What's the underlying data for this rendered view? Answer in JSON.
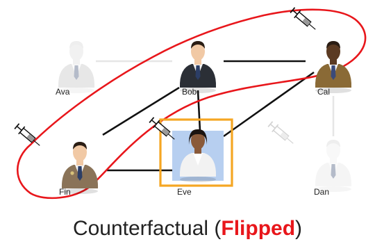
{
  "nodes": [
    {
      "id": "ava",
      "label": "Ava",
      "faded": true,
      "highlighted": false,
      "syringe": false
    },
    {
      "id": "bob",
      "label": "Bob",
      "faded": false,
      "highlighted": false,
      "syringe": false
    },
    {
      "id": "cal",
      "label": "Cal",
      "faded": false,
      "highlighted": false,
      "syringe": true
    },
    {
      "id": "fin",
      "label": "Fin",
      "faded": false,
      "highlighted": false,
      "syringe": true
    },
    {
      "id": "eve",
      "label": "Eve",
      "faded": false,
      "highlighted": true,
      "syringe": true
    },
    {
      "id": "dan",
      "label": "Dan",
      "faded": true,
      "highlighted": false,
      "syringe": true
    }
  ],
  "edges": [
    {
      "from": "bob",
      "to": "cal",
      "faded": false
    },
    {
      "from": "bob",
      "to": "fin",
      "faded": false
    },
    {
      "from": "bob",
      "to": "eve",
      "faded": false
    },
    {
      "from": "cal",
      "to": "eve",
      "faded": false
    },
    {
      "from": "fin",
      "to": "eve",
      "faded": false
    },
    {
      "from": "ava",
      "to": "bob",
      "faded": true
    },
    {
      "from": "cal",
      "to": "dan",
      "faded": true
    }
  ],
  "caption": {
    "prefix": "Counterfactual (",
    "emphasis": "Flipped",
    "suffix": ")"
  },
  "colors": {
    "outline": "#e8161b",
    "highlight_border": "#f5a623",
    "highlight_fill": "#b7cff0",
    "edge": "#111111",
    "edge_faded": "#e6e6e6"
  }
}
